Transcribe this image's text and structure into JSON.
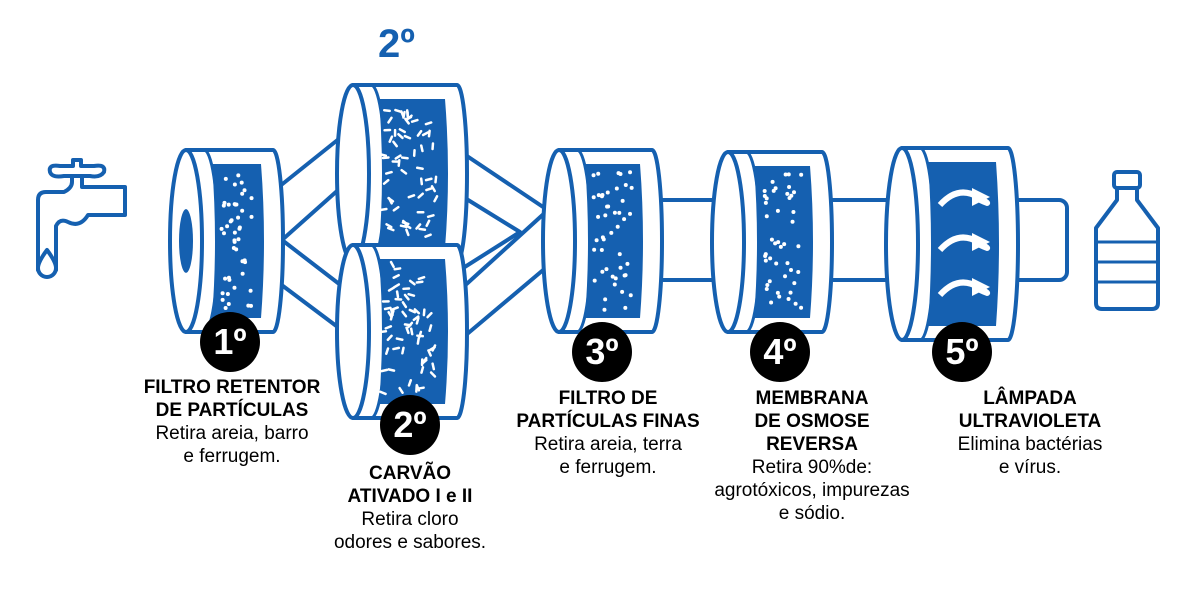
{
  "colors": {
    "accent": "#1560b0",
    "badge": "#000000"
  },
  "top_label": "2º",
  "icons": {
    "start": "water-tap-icon",
    "end": "water-bottle-icon"
  },
  "steps": [
    {
      "badge": "1º",
      "title": [
        "FILTRO RETENTOR",
        "DE PARTÍCULAS"
      ],
      "desc": [
        "Retira areia, barro",
        "e ferrugem."
      ]
    },
    {
      "badge": "2º",
      "title": [
        "CARVÃO",
        "ATIVADO I e II"
      ],
      "desc": [
        "Retira cloro",
        "odores e sabores."
      ]
    },
    {
      "badge": "3º",
      "title": [
        "FILTRO DE",
        "PARTÍCULAS FINAS"
      ],
      "desc": [
        "Retira areia, terra",
        "e ferrugem."
      ]
    },
    {
      "badge": "4º",
      "title": [
        "MEMBRANA",
        "DE OSMOSE",
        "REVERSA"
      ],
      "desc": [
        "Retira 90%de:",
        "agrotóxicos, impurezas",
        "e sódio."
      ]
    },
    {
      "badge": "5º",
      "title": [
        "LÂMPADA",
        "ULTRAVIOLETA"
      ],
      "desc": [
        "Elimina bactérias",
        "e vírus."
      ]
    }
  ]
}
